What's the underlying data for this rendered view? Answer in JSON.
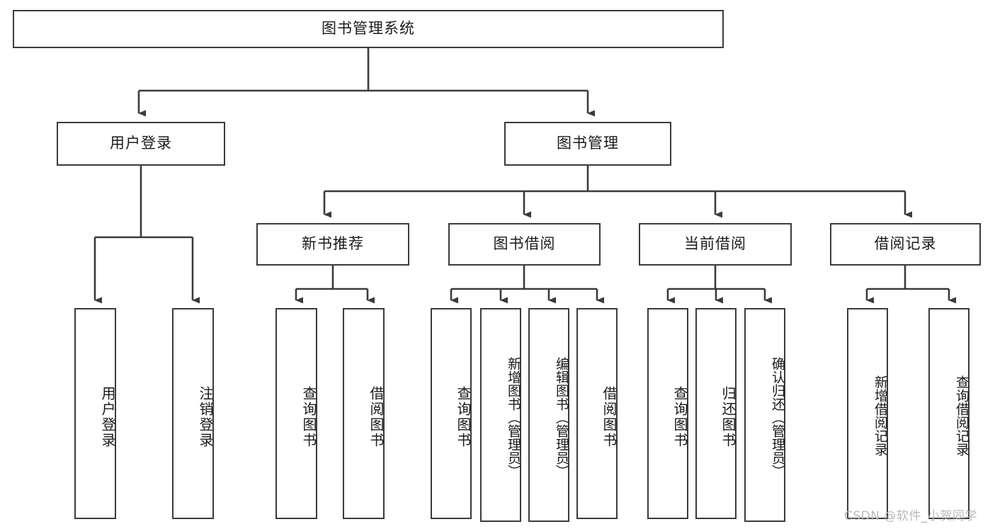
{
  "diagram": {
    "title_node": {
      "label": "图书管理系统"
    },
    "level1": [
      {
        "label": "用户登录"
      },
      {
        "label": "图书管理"
      }
    ],
    "level2": [
      {
        "label": "新书推荐"
      },
      {
        "label": "图书借阅"
      },
      {
        "label": "当前借阅"
      },
      {
        "label": "借阅记录"
      }
    ],
    "leaves": {
      "user_login": [
        {
          "label": "用户登录"
        },
        {
          "label": "注销登录"
        }
      ],
      "new_book_recommend": [
        {
          "label": "查询图书"
        },
        {
          "label": "借阅图书"
        }
      ],
      "book_borrow": [
        {
          "label": "查询图书"
        },
        {
          "label": "新增图书（管理员）"
        },
        {
          "label": "编辑图书（管理员）"
        },
        {
          "label": "借阅图书"
        }
      ],
      "current_borrow": [
        {
          "label": "查询图书"
        },
        {
          "label": "归还图书"
        },
        {
          "label": "确认归还（管理员）"
        }
      ],
      "borrow_record": [
        {
          "label": "新增借阅记录"
        },
        {
          "label": "查询借阅记录"
        }
      ]
    }
  },
  "watermark": {
    "text": "CSDN @软件_小贺同学"
  },
  "colors": {
    "border": "#3b3b3b",
    "text": "#1a1a1a",
    "background": "#ffffff",
    "watermark": "#b9b9b9"
  }
}
